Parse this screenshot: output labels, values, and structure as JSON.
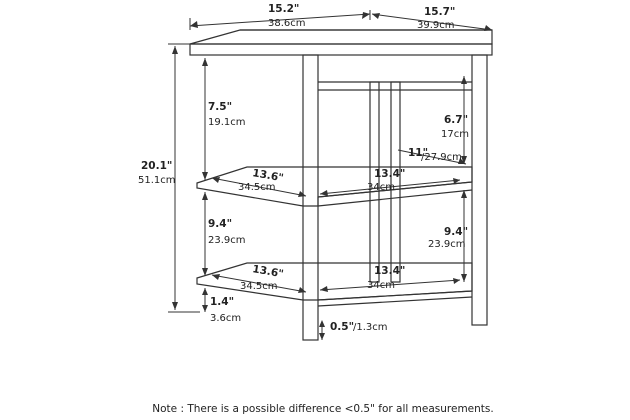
{
  "dimensions": {
    "top_width": {
      "imperial": "15.2\"",
      "metric": "38.6cm"
    },
    "top_depth": {
      "imperial": "15.7\"",
      "metric": "39.9cm"
    },
    "total_height": {
      "imperial": "20.1\"",
      "metric": "51.1cm"
    },
    "top_clearance": {
      "imperial": "7.5\"",
      "metric": "19.1cm"
    },
    "back_top_gap": {
      "imperial": "6.7\"",
      "metric": "17cm"
    },
    "middle_depth": {
      "imperial": "11\"",
      "metric": "/27.9cm"
    },
    "shelf1_width_l": {
      "imperial": "13.6\"",
      "metric": "34.5cm"
    },
    "shelf1_width_r": {
      "imperial": "13.4\"",
      "metric": "34cm"
    },
    "mid_gap_left": {
      "imperial": "9.4\"",
      "metric": "23.9cm"
    },
    "mid_gap_right": {
      "imperial": "9.4\"",
      "metric": "23.9cm"
    },
    "shelf2_width_l": {
      "imperial": "13.6\"",
      "metric": "34.5cm"
    },
    "shelf2_width_r": {
      "imperial": "13.4\"",
      "metric": "34cm"
    },
    "bottom_gap": {
      "imperial": "1.4\"",
      "metric": "3.6cm"
    },
    "foot_height": {
      "imperial": "0.5\"",
      "metric": "/1.3cm"
    }
  },
  "note": "Note : There is a possible difference <0.5\" for all measurements."
}
